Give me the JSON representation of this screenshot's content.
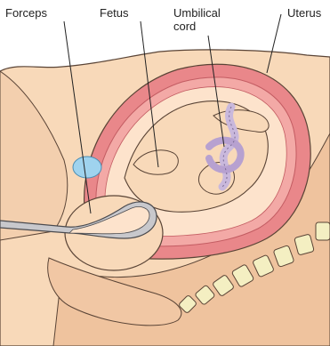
{
  "labels": {
    "forceps": "Forceps",
    "fetus": "Fetus",
    "umbilical_cord": "Umbilical\ncord",
    "uterus": "Uterus"
  },
  "colors": {
    "skin": "#f8d9b9",
    "skin_dark": "#efc39e",
    "uterus_wall": "#e9878a",
    "uterus_inner": "#f3a9a6",
    "spine_bone": "#f4efc2",
    "cord": "#c9b8dc",
    "forceps": "#a8a8ac",
    "bladder": "#9fd3ee",
    "outline": "#5a4436"
  }
}
